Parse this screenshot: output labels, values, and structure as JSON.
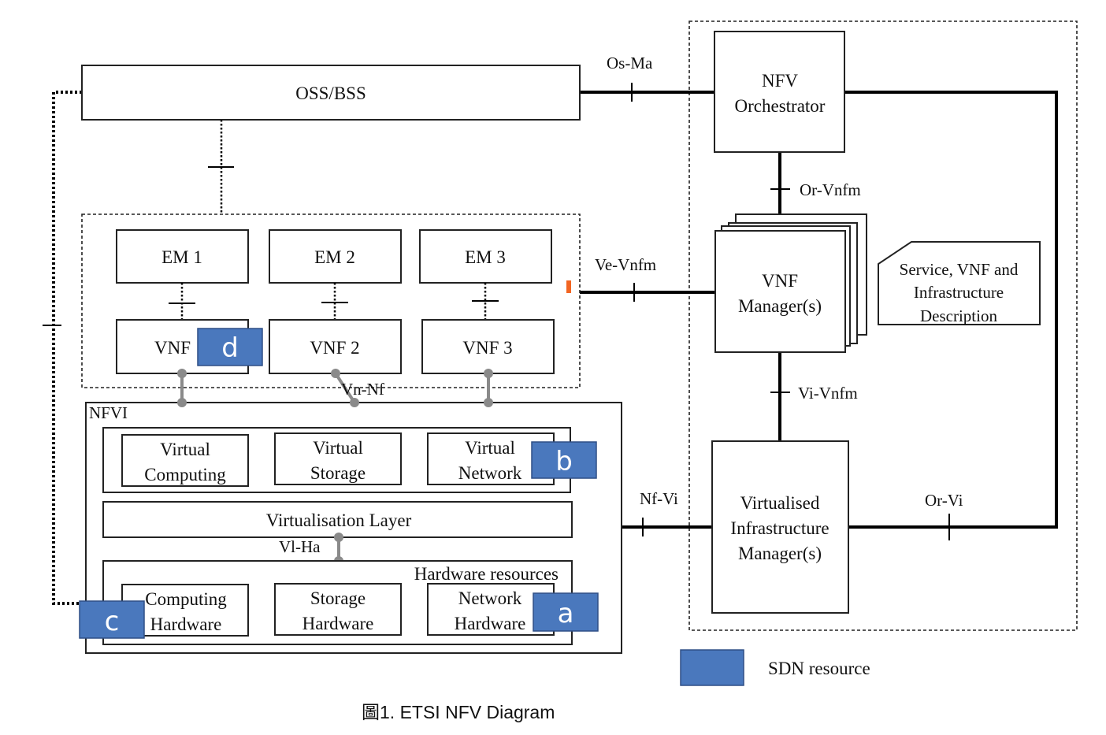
{
  "diagram": {
    "oss_bss": "OSS/BSS",
    "interfaces": {
      "os_ma": "Os-Ma",
      "or_vnfm": "Or-Vnfm",
      "ve_vnfm": "Ve-Vnfm",
      "vi_vnfm": "Vi-Vnfm",
      "nf_vi": "Nf-Vi",
      "or_vi": "Or-Vi",
      "vn_nf": "Vn-Nf",
      "vl_ha": "Vl-Ha"
    },
    "nfv_orchestrator": [
      "NFV",
      "Orchestrator"
    ],
    "vnf_manager": [
      "VNF",
      "Manager(s)"
    ],
    "vim": [
      "Virtualised",
      "Infrastructure",
      "Manager(s)"
    ],
    "description": [
      "Service, VNF and",
      "Infrastructure",
      "Description"
    ],
    "ems": [
      "EM 1",
      "EM 2",
      "EM 3"
    ],
    "vnfs": [
      "VNF",
      "VNF 2",
      "VNF 3"
    ],
    "nfvi": {
      "title": "NFVI",
      "virtual": [
        [
          "Virtual",
          "Computing"
        ],
        [
          "Virtual",
          "Storage"
        ],
        [
          "Virtual",
          "Network"
        ]
      ],
      "virtualisation_layer": "Virtualisation Layer",
      "hardware_title": "Hardware resources",
      "hardware": [
        [
          "Computing",
          "Hardware"
        ],
        [
          "Storage",
          "Hardware"
        ],
        [
          "Network",
          "Hardware"
        ]
      ]
    },
    "sdn_markers": [
      "d",
      "b",
      "a",
      "c"
    ],
    "legend": "SDN resource",
    "sdn_color": "#4a78bd",
    "caption": "圖1. ETSI NFV Diagram"
  }
}
